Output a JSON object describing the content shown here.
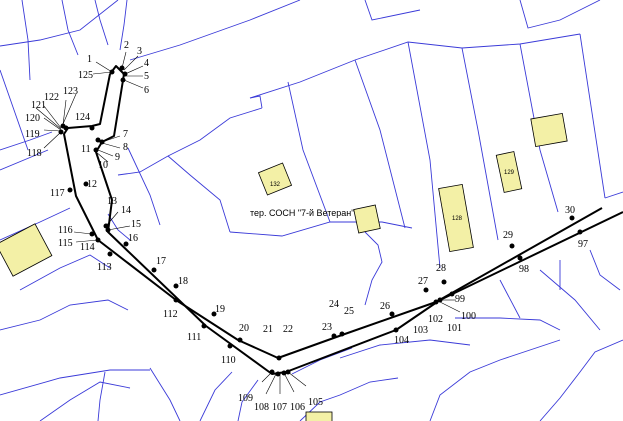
{
  "map": {
    "territory_label": "тер. СОСН \"7-й Ветеран\"",
    "building_labels": {
      "b132": "132",
      "b129": "129",
      "b128": "128"
    },
    "route_points": {
      "p1": "1",
      "p2": "2",
      "p3": "3",
      "p4": "4",
      "p5": "5",
      "p6": "6",
      "p7": "7",
      "p8": "8",
      "p9": "9",
      "p10": "10",
      "p11": "11",
      "p12": "12",
      "p13": "13",
      "p14": "14",
      "p15": "15",
      "p16": "16",
      "p17": "17",
      "p18": "18",
      "p19": "19",
      "p20": "20",
      "p21": "21",
      "p22": "22",
      "p23": "23",
      "p24": "24",
      "p25": "25",
      "p26": "26",
      "p27": "27",
      "p28": "28",
      "p29": "29",
      "p30": "30",
      "p97": "97",
      "p98": "98",
      "p99": "99",
      "p100": "100",
      "p101": "101",
      "p102": "102",
      "p103": "103",
      "p104": "104",
      "p105": "105",
      "p106": "106",
      "p107": "107",
      "p108": "108",
      "p109": "109",
      "p110": "110",
      "p111": "111",
      "p112": "112",
      "p113": "113",
      "p114": "114",
      "p115": "115",
      "p116": "116",
      "p117": "117",
      "p118": "118",
      "p119": "119",
      "p120": "120",
      "p121": "121",
      "p122": "122",
      "p123": "123",
      "p124": "124",
      "p125": "125"
    },
    "colors": {
      "parcel_line": "#3a3ad8",
      "building_fill": "#f3f0a6",
      "route_line": "#000000"
    }
  }
}
